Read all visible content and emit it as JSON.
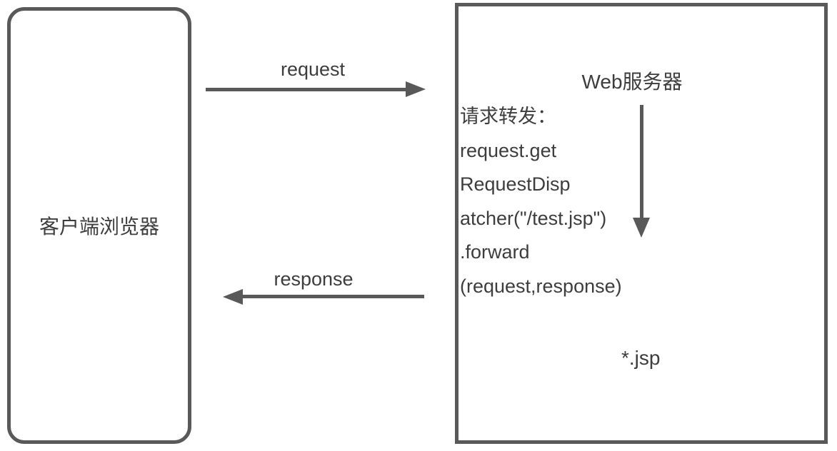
{
  "colors": {
    "stroke": "#595959",
    "text": "#3d3d3d",
    "background": "#ffffff"
  },
  "client_box": {
    "label": "客户端浏览器"
  },
  "server_box": {
    "title": "Web服务器",
    "forward_lines": [
      "请求转发：",
      "request.get",
      "RequestDisp",
      "atcher(\"/test.jsp\")",
      ".forward",
      "(request,response)"
    ],
    "jsp_label": "*.jsp"
  },
  "arrows": {
    "request": {
      "label": "request",
      "direction": "right"
    },
    "response": {
      "label": "response",
      "direction": "left"
    },
    "forward": {
      "direction": "down"
    }
  }
}
